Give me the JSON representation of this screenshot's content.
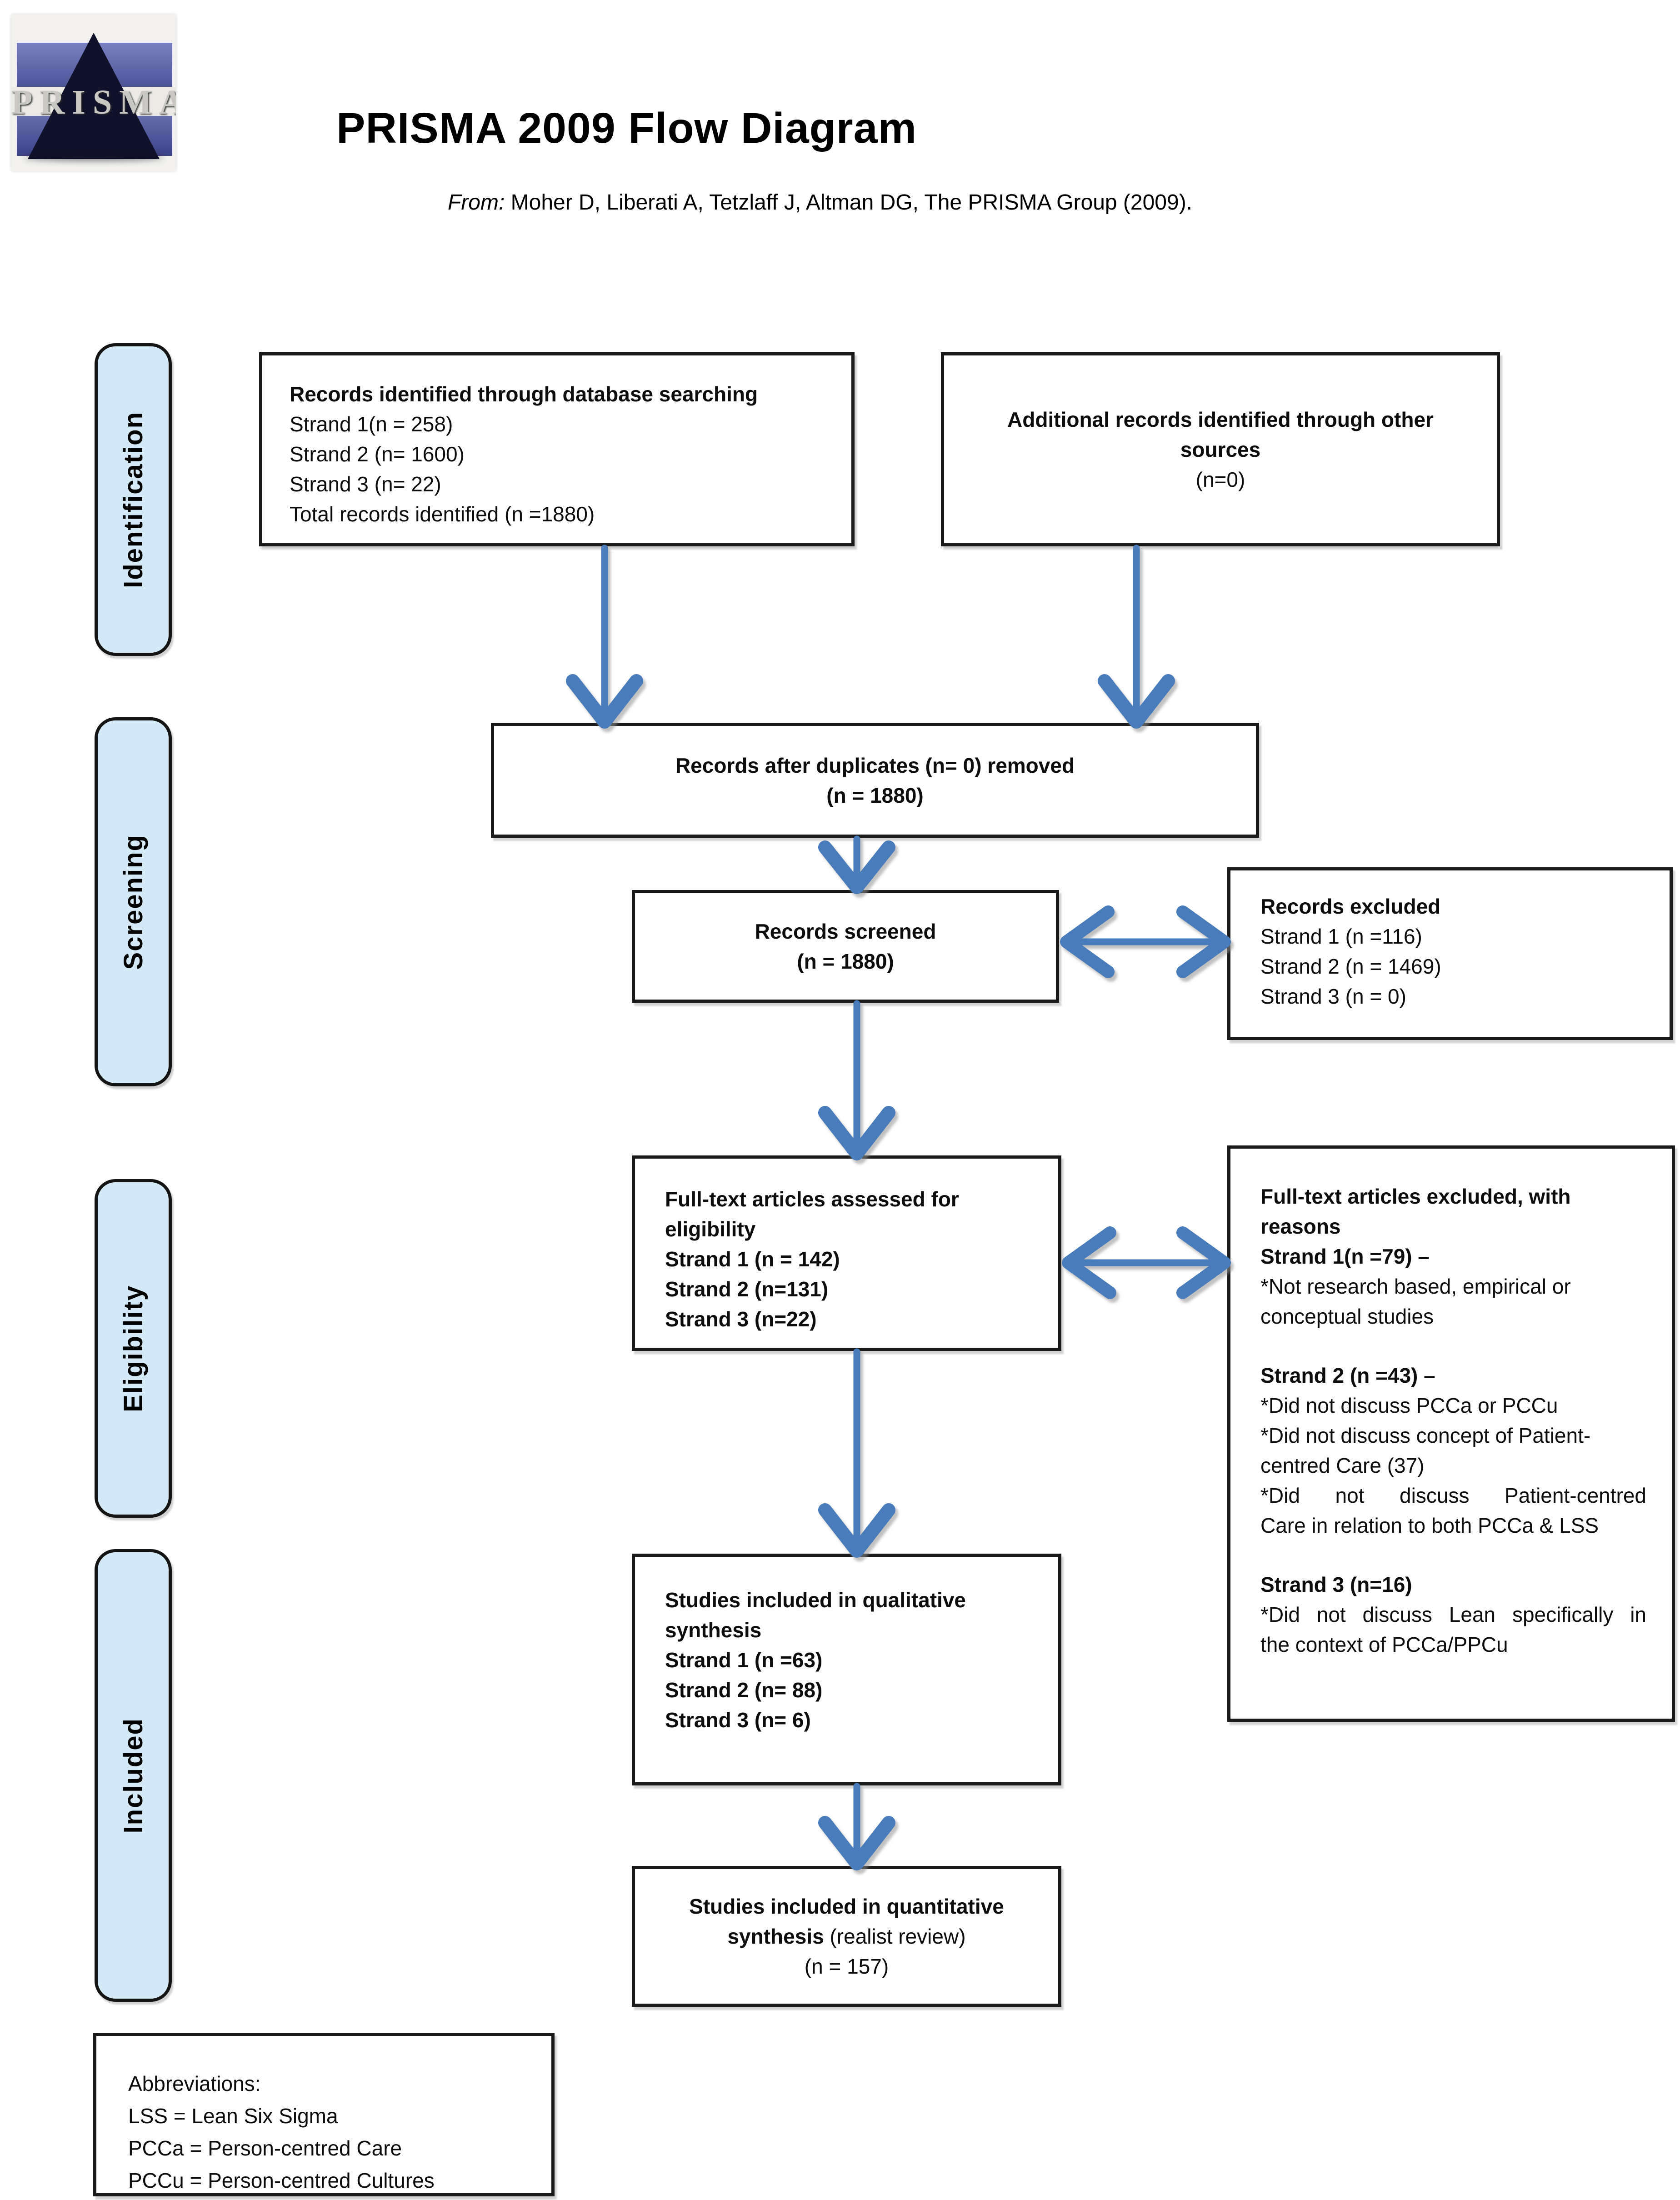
{
  "header": {
    "logo": "PRISMA",
    "title": "PRISMA 2009 Flow Diagram",
    "from_label": "From:",
    "from_text": " Moher D, Liberati A, Tetzlaff J, Altman DG, The PRISMA Group (2009)."
  },
  "stages": [
    "Identification",
    "Screening",
    "Eligibility",
    "Included"
  ],
  "boxes": {
    "records_identified": {
      "title": "Records identified through database searching",
      "lines": [
        "Strand 1(n = 258)",
        "Strand 2 (n= 1600)",
        "Strand 3 (n= 22)",
        "Total records identified (n =1880)"
      ]
    },
    "additional_records": {
      "title_line1": "Additional records identified through other",
      "title_line2": "sources",
      "count": "(n=0)"
    },
    "after_duplicates": {
      "title": "Records after duplicates (n= 0) removed",
      "count": "(n = 1880)"
    },
    "records_screened": {
      "title": "Records screened",
      "count": "(n = 1880)"
    },
    "records_excluded": {
      "title": "Records excluded",
      "lines": [
        "Strand 1 (n =116)",
        "Strand 2 (n = 1469)",
        "Strand 3 (n = 0)"
      ]
    },
    "fulltext_assessed": {
      "title_line1": "Full-text articles assessed for",
      "title_line2": "eligibility",
      "lines": [
        "Strand 1 (n = 142)",
        "Strand 2 (n=131)",
        "Strand 3 (n=22)"
      ]
    },
    "fulltext_excluded": {
      "title_line1": "Full-text articles excluded, with",
      "title_line2": "reasons",
      "s1_header": "Strand 1(n =79) –",
      "s1_lines": [
        "*Not research based, empirical or",
        "conceptual studies"
      ],
      "s2_header": "Strand 2 (n =43) –",
      "s2_lines": [
        "*Did not discuss PCCa or PCCu",
        "*Did not discuss concept of Patient-",
        "centred Care (37)",
        "*Did not discuss Patient-centred",
        "Care in relation to both PCCa & LSS"
      ],
      "s3_header": "Strand 3 (n=16)",
      "s3_lines": [
        "*Did not discuss Lean specifically in",
        "the context of PCCa/PPCu"
      ]
    },
    "qualitative": {
      "title_line1": "Studies included in qualitative",
      "title_line2": "synthesis",
      "lines": [
        "Strand 1 (n =63)",
        "Strand 2 (n= 88)",
        "Strand 3 (n= 6)"
      ]
    },
    "quantitative": {
      "title_line1": "Studies included in quantitative",
      "title_line2_bold": "synthesis",
      "title_line2_regular": " (realist review)",
      "count": "(n = 157)"
    },
    "abbreviations": {
      "lines": [
        "Abbreviations:",
        "LSS = Lean Six Sigma",
        "PCCa = Person-centred Care",
        "PCCu = Person-centred Cultures"
      ]
    }
  },
  "colors": {
    "stage_fill": "#d4e9f8",
    "arrow_blue": "#4a7cba",
    "box_border": "#1a1a1a"
  }
}
